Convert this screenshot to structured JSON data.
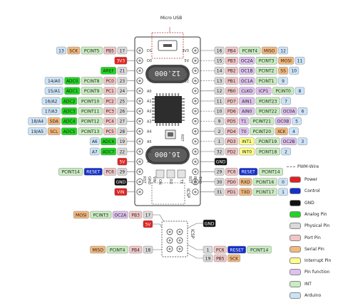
{
  "colors": {
    "pwm": "#777777",
    "power": "#e02222",
    "control": "#1530c8",
    "gnd": "#111111",
    "analog": "#22d422",
    "physical": "#d9d9d9",
    "port": "#f2c6c6",
    "serial": "#f2b87e",
    "interrupt": "#ffff88",
    "pinfunc": "#ddc2ee",
    "int": "#c9ecc0",
    "arduino": "#cbe3f8",
    "board": "#ffffff"
  },
  "board": {
    "usb_label": "Micro USB",
    "crystal_top": "12.000",
    "crystal_bottom": "16.000",
    "silk_left": [
      "D1",
      "D0",
      "",
      "",
      "A0",
      "A1",
      "A2",
      "A3",
      "A4",
      "A5",
      "A6",
      "A7"
    ],
    "silk_right": [
      "3V3",
      "5V",
      "11",
      "12",
      "",
      "",
      "",
      "",
      "",
      "",
      "",
      ""
    ],
    "bottom_labels": [
      "RST",
      "GND",
      "VIN"
    ],
    "bottom_labels_right": [
      "RST",
      "RXD",
      "TXD"
    ],
    "jumper_labels": [
      "ON",
      "RX",
      "TX"
    ],
    "icsp": "ICSP",
    "icsp2": "ICSP",
    "rst_label": "RST"
  },
  "left_rows": [
    {
      "pins": [
        {
          "t": "13",
          "k": "arduino"
        },
        {
          "t": "SCK",
          "k": "serial"
        },
        {
          "t": "PCINT5",
          "k": "int"
        },
        {
          "t": "PB5",
          "k": "port"
        },
        {
          "t": "17",
          "k": "physical"
        }
      ]
    },
    {
      "pins": [
        {
          "t": "3V3",
          "k": "power"
        }
      ]
    },
    {
      "pins": [
        {
          "t": "AREF",
          "k": "analog"
        },
        {
          "t": "21",
          "k": "physical"
        }
      ]
    },
    {
      "pins": [
        {
          "t": "14/A0",
          "k": "arduino"
        },
        {
          "t": "ADC0",
          "k": "analog"
        },
        {
          "t": "PCINT8",
          "k": "int"
        },
        {
          "t": "PC0",
          "k": "port"
        },
        {
          "t": "23",
          "k": "physical"
        }
      ]
    },
    {
      "pins": [
        {
          "t": "15/A1",
          "k": "arduino"
        },
        {
          "t": "ADC1",
          "k": "analog"
        },
        {
          "t": "PCINT9",
          "k": "int"
        },
        {
          "t": "PC1",
          "k": "port"
        },
        {
          "t": "24",
          "k": "physical"
        }
      ]
    },
    {
      "pins": [
        {
          "t": "16/A2",
          "k": "arduino"
        },
        {
          "t": "ADC2",
          "k": "analog"
        },
        {
          "t": "PCINT10",
          "k": "int"
        },
        {
          "t": "PC2",
          "k": "port"
        },
        {
          "t": "25",
          "k": "physical"
        }
      ]
    },
    {
      "pins": [
        {
          "t": "17/A3",
          "k": "arduino"
        },
        {
          "t": "ADC3",
          "k": "analog"
        },
        {
          "t": "PCINT11",
          "k": "int"
        },
        {
          "t": "PC3",
          "k": "port"
        },
        {
          "t": "26",
          "k": "physical"
        }
      ]
    },
    {
      "pins": [
        {
          "t": "18/A4",
          "k": "arduino"
        },
        {
          "t": "SDA",
          "k": "serial"
        },
        {
          "t": "ADC4",
          "k": "analog"
        },
        {
          "t": "PCINT12",
          "k": "int"
        },
        {
          "t": "PC4",
          "k": "port"
        },
        {
          "t": "27",
          "k": "physical"
        }
      ]
    },
    {
      "pins": [
        {
          "t": "19/A5",
          "k": "arduino"
        },
        {
          "t": "SCL",
          "k": "serial"
        },
        {
          "t": "ADC5",
          "k": "analog"
        },
        {
          "t": "PCINT13",
          "k": "int"
        },
        {
          "t": "PC5",
          "k": "port"
        },
        {
          "t": "28",
          "k": "physical"
        }
      ]
    },
    {
      "pins": [
        {
          "t": "A6",
          "k": "arduino"
        },
        {
          "t": "ADC6",
          "k": "analog"
        },
        {
          "t": "19",
          "k": "physical"
        }
      ]
    },
    {
      "pins": [
        {
          "t": "A7",
          "k": "arduino"
        },
        {
          "t": "ADC7",
          "k": "analog"
        },
        {
          "t": "22",
          "k": "physical"
        }
      ]
    },
    {
      "pins": [
        {
          "t": "5V",
          "k": "power"
        }
      ]
    },
    {
      "pins": [
        {
          "t": "PCINT14",
          "k": "int"
        },
        {
          "t": "RESET",
          "k": "control"
        },
        {
          "t": "PC6",
          "k": "port"
        },
        {
          "t": "29",
          "k": "physical"
        }
      ]
    },
    {
      "pins": [
        {
          "t": "GND",
          "k": "gnd"
        }
      ]
    },
    {
      "pins": [
        {
          "t": "VIN",
          "k": "power"
        }
      ]
    }
  ],
  "right_rows": [
    {
      "pins": [
        {
          "t": "16",
          "k": "physical"
        },
        {
          "t": "PB4",
          "k": "port"
        },
        {
          "t": "PCINT4",
          "k": "int"
        },
        {
          "t": "MISO",
          "k": "serial"
        },
        {
          "t": "12",
          "k": "arduino"
        }
      ]
    },
    {
      "pins": [
        {
          "t": "15",
          "k": "physical"
        },
        {
          "t": "PB3",
          "k": "port"
        },
        {
          "t": "OC2A",
          "k": "pinfunc"
        },
        {
          "t": "PCINT3",
          "k": "int"
        },
        {
          "t": "MOSI",
          "k": "serial"
        },
        {
          "t": "11",
          "k": "arduino"
        }
      ]
    },
    {
      "pins": [
        {
          "t": "14",
          "k": "physical"
        },
        {
          "t": "PB2",
          "k": "port"
        },
        {
          "t": "OC1B",
          "k": "pinfunc"
        },
        {
          "t": "PCINT2",
          "k": "int"
        },
        {
          "t": "SS",
          "k": "serial"
        },
        {
          "t": "10",
          "k": "arduino"
        }
      ]
    },
    {
      "pins": [
        {
          "t": "13",
          "k": "physical"
        },
        {
          "t": "PB1",
          "k": "port"
        },
        {
          "t": "OC1A",
          "k": "pinfunc"
        },
        {
          "t": "PCINT1",
          "k": "int"
        },
        {
          "t": "9",
          "k": "arduino"
        }
      ]
    },
    {
      "pins": [
        {
          "t": "12",
          "k": "physical"
        },
        {
          "t": "PB0",
          "k": "port"
        },
        {
          "t": "CLKO",
          "k": "pinfunc"
        },
        {
          "t": "ICP1",
          "k": "pinfunc"
        },
        {
          "t": "PCINT0",
          "k": "int"
        },
        {
          "t": "8",
          "k": "arduino"
        }
      ]
    },
    {
      "pins": [
        {
          "t": "11",
          "k": "physical"
        },
        {
          "t": "PD7",
          "k": "port"
        },
        {
          "t": "AIN1",
          "k": "pinfunc"
        },
        {
          "t": "PCINT23",
          "k": "int"
        },
        {
          "t": "7",
          "k": "arduino"
        }
      ]
    },
    {
      "pins": [
        {
          "t": "10",
          "k": "physical"
        },
        {
          "t": "PD6",
          "k": "port"
        },
        {
          "t": "AIN0",
          "k": "pinfunc"
        },
        {
          "t": "PCINT22",
          "k": "int"
        },
        {
          "t": "OC0A",
          "k": "pinfunc"
        },
        {
          "t": "6",
          "k": "arduino"
        }
      ]
    },
    {
      "pins": [
        {
          "t": "9",
          "k": "physical"
        },
        {
          "t": "PD5",
          "k": "port"
        },
        {
          "t": "T1",
          "k": "pinfunc"
        },
        {
          "t": "PCINT21",
          "k": "int"
        },
        {
          "t": "OC0B",
          "k": "pinfunc"
        },
        {
          "t": "5",
          "k": "arduino"
        }
      ]
    },
    {
      "pins": [
        {
          "t": "2",
          "k": "physical"
        },
        {
          "t": "PD4",
          "k": "port"
        },
        {
          "t": "T0",
          "k": "pinfunc"
        },
        {
          "t": "PCINT20",
          "k": "int"
        },
        {
          "t": "XCK",
          "k": "serial"
        },
        {
          "t": "4",
          "k": "arduino"
        }
      ]
    },
    {
      "pins": [
        {
          "t": "1",
          "k": "physical"
        },
        {
          "t": "PD3",
          "k": "port"
        },
        {
          "t": "INT1",
          "k": "interrupt"
        },
        {
          "t": "PCINT19",
          "k": "int"
        },
        {
          "t": "OC2B",
          "k": "pinfunc"
        },
        {
          "t": "3",
          "k": "arduino"
        }
      ]
    },
    {
      "pins": [
        {
          "t": "32",
          "k": "physical"
        },
        {
          "t": "PD2",
          "k": "port"
        },
        {
          "t": "INT0",
          "k": "interrupt"
        },
        {
          "t": "PCINT18",
          "k": "int"
        },
        {
          "t": "2",
          "k": "arduino"
        }
      ]
    },
    {
      "pins": [
        {
          "t": "GND",
          "k": "gnd"
        }
      ]
    },
    {
      "pins": [
        {
          "t": "29",
          "k": "physical"
        },
        {
          "t": "PC6",
          "k": "port"
        },
        {
          "t": "RESET",
          "k": "control"
        },
        {
          "t": "PCINT14",
          "k": "int"
        }
      ]
    },
    {
      "pins": [
        {
          "t": "30",
          "k": "physical"
        },
        {
          "t": "PD0",
          "k": "port"
        },
        {
          "t": "RXD",
          "k": "serial"
        },
        {
          "t": "PCINT16",
          "k": "int"
        },
        {
          "t": "0",
          "k": "arduino"
        }
      ]
    },
    {
      "pins": [
        {
          "t": "31",
          "k": "physical"
        },
        {
          "t": "PD1",
          "k": "port"
        },
        {
          "t": "TXD",
          "k": "serial"
        },
        {
          "t": "PCINT17",
          "k": "int"
        },
        {
          "t": "1",
          "k": "arduino"
        }
      ]
    }
  ],
  "icsp_left": [
    {
      "pins": [
        {
          "t": "MOSI",
          "k": "serial"
        },
        {
          "t": "PCINT3",
          "k": "int"
        },
        {
          "t": "OC2A",
          "k": "pinfunc"
        },
        {
          "t": "PB3",
          "k": "port"
        },
        {
          "t": "17",
          "k": "physical"
        }
      ]
    },
    {
      "pins": [
        {
          "t": "5V",
          "k": "power"
        }
      ]
    },
    {
      "pins": [
        {
          "t": "MISO",
          "k": "serial"
        },
        {
          "t": "PCINT4",
          "k": "int"
        },
        {
          "t": "PB4",
          "k": "port"
        },
        {
          "t": "18",
          "k": "physical"
        }
      ]
    }
  ],
  "icsp_right": [
    {
      "pins": [
        {
          "t": "GND",
          "k": "gnd"
        }
      ]
    },
    {
      "pins": [
        {
          "t": "1",
          "k": "physical"
        },
        {
          "t": "PC6",
          "k": "port"
        },
        {
          "t": "RESET",
          "k": "control"
        },
        {
          "t": "PCINT14",
          "k": "int"
        }
      ]
    },
    {
      "pins": [
        {
          "t": "19",
          "k": "physical"
        },
        {
          "t": "PB5",
          "k": "port"
        },
        {
          "t": "SCK",
          "k": "serial"
        }
      ]
    }
  ],
  "legend": {
    "title": "PWM-Wire",
    "items": [
      {
        "label": "Power",
        "k": "power"
      },
      {
        "label": "Control",
        "k": "control"
      },
      {
        "label": "GND",
        "k": "gnd"
      },
      {
        "label": "Analog Pin",
        "k": "analog"
      },
      {
        "label": "Physical Pin",
        "k": "physical"
      },
      {
        "label": "Port Pin",
        "k": "port"
      },
      {
        "label": "Serial Pin",
        "k": "serial"
      },
      {
        "label": "Interrupt Pin",
        "k": "interrupt"
      },
      {
        "label": "Pin function",
        "k": "pinfunc"
      },
      {
        "label": "INT",
        "k": "int"
      },
      {
        "label": "Arduino",
        "k": "arduino"
      }
    ]
  }
}
